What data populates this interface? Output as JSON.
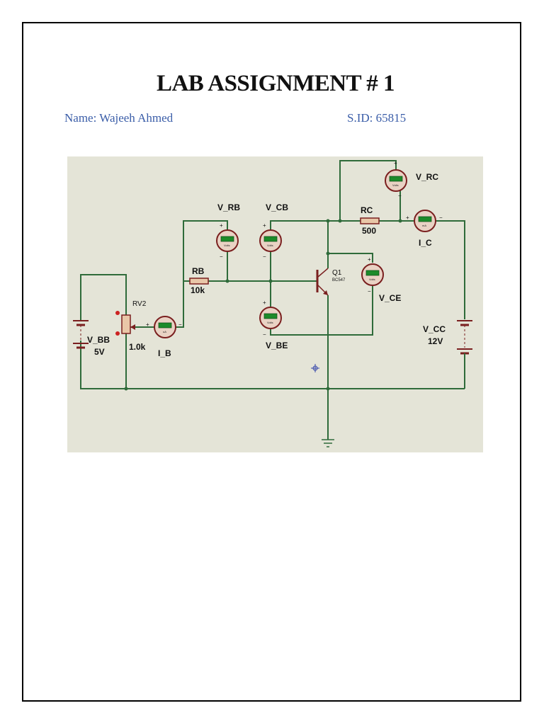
{
  "document": {
    "title": "LAB ASSIGNMENT # 1",
    "name_line": "Name: Wajeeh Ahmed",
    "sid_line": "S.ID: 65815"
  },
  "schematic": {
    "labels": {
      "v_rb": "V_RB",
      "v_cb": "V_CB",
      "v_rc": "V_RC",
      "rc": "RC",
      "rc_value": "500",
      "i_c": "I_C",
      "rb": "RB",
      "rb_value": "10k",
      "q1": "Q1",
      "q1_part": "BC547",
      "v_ce": "V_CE",
      "rv2": "RV2",
      "rv2_value": "1.0k",
      "i_b": "I_B",
      "v_be": "V_BE",
      "v_bb": "V_BB",
      "v_bb_value": "5V",
      "v_cc": "V_CC",
      "v_cc_value": "12V"
    },
    "meter_units": {
      "volts": "Volts",
      "ua": "uA",
      "ma": "mA"
    },
    "colors": {
      "background": "#e4e4d7",
      "wire": "#2f6b3a",
      "component": "#7a1f1f",
      "meter_display": "#1d8a2a",
      "meter_face": "#e9d2c4"
    }
  }
}
